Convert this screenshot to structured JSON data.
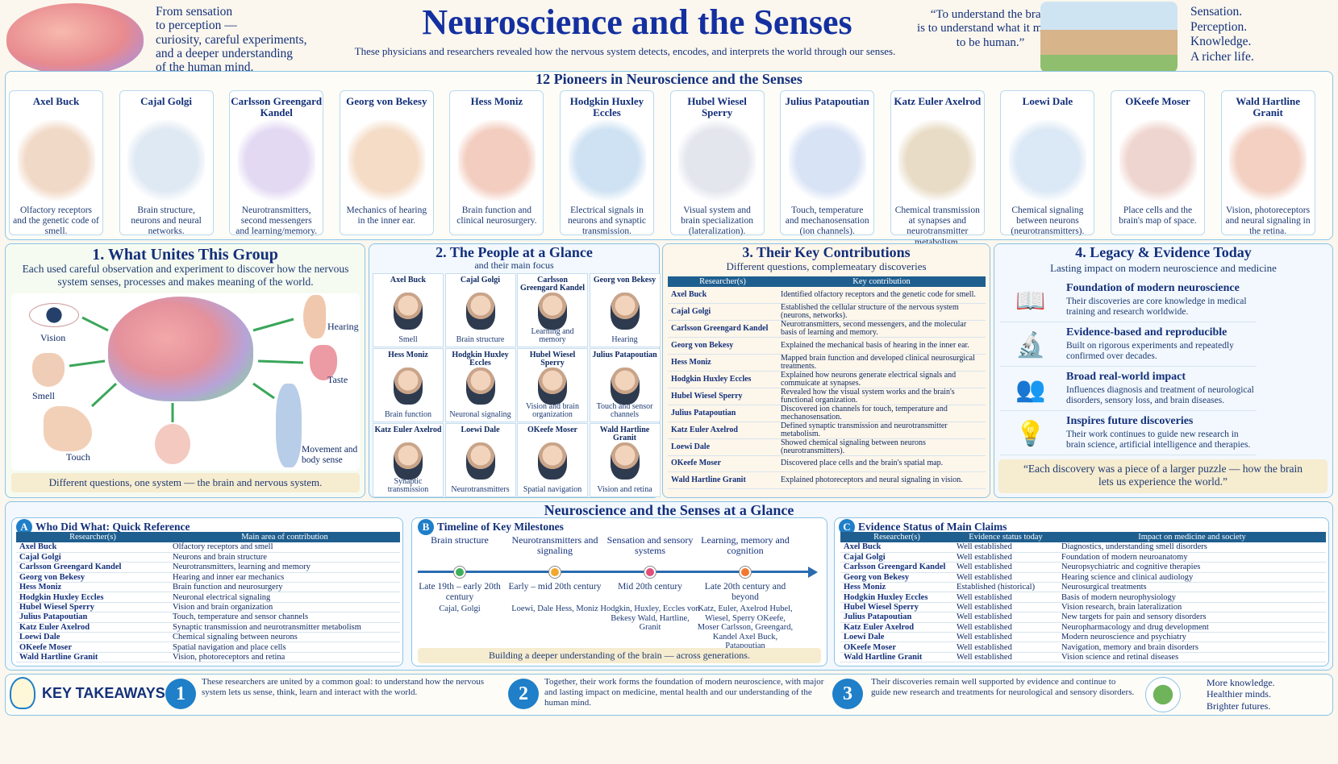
{
  "header": {
    "title": "Neuroscience and the Senses",
    "subtitle": "These physicians and researchers revealed how the nervous system detects, encodes, and interprets the world through our senses.",
    "left_text": [
      "From sensation",
      "to perception —",
      "curiosity, careful experiments,",
      "and a deeper understanding",
      "of the human mind."
    ],
    "quote": [
      "“To understand the brain",
      "is to understand what it means",
      "to be human.”"
    ],
    "right_text": [
      "Sensation.",
      "Perception.",
      "Knowledge.",
      "A richer life."
    ]
  },
  "pioneers": {
    "title": "12 Pioneers in Neuroscience and the Senses",
    "cards": [
      {
        "name": "Axel Buck",
        "desc": "Olfactory receptors and the genetic code of smell.",
        "icon": "face-scent-icon",
        "color": "#f1d9c7"
      },
      {
        "name": "Cajal Golgi",
        "desc": "Brain structure, neurons and neural networks.",
        "icon": "neuron-icon",
        "color": "#dfe9f3"
      },
      {
        "name": "Carlsson Greengard Kandel",
        "desc": "Neurotransmitters, second messengers and learning/memory.",
        "icon": "synapse-icon",
        "color": "#e3d9f3"
      },
      {
        "name": "Georg von Bekesy",
        "desc": "Mechanics of hearing in the inner ear.",
        "icon": "ear-icon",
        "color": "#f5dcc7"
      },
      {
        "name": "Hess Moniz",
        "desc": "Brain function and clinical neurosurgery.",
        "icon": "brain-icon",
        "color": "#f3cdc0"
      },
      {
        "name": "Hodgkin Huxley Eccles",
        "desc": "Electrical signals in neurons and synaptic transmission.",
        "icon": "axon-signal-icon",
        "color": "#cfe2f3"
      },
      {
        "name": "Hubel Wiesel Sperry",
        "desc": "Visual system and brain specialization (lateralization).",
        "icon": "eye-icon",
        "color": "#e4e6ee"
      },
      {
        "name": "Julius Patapoutian",
        "desc": "Touch, temperature and mechanosensation (ion channels).",
        "icon": "ion-channel-icon",
        "color": "#d9e3f6"
      },
      {
        "name": "Katz Euler Axelrod",
        "desc": "Chemical transmission at synapses and neurotransmitter metabolism.",
        "icon": "synapse-icon",
        "color": "#e8dcc6"
      },
      {
        "name": "Loewi Dale",
        "desc": "Chemical signaling between neurons (neurotransmitters).",
        "icon": "synapse-icon",
        "color": "#dbe8f5"
      },
      {
        "name": "OKeefe Moser",
        "desc": "Place cells and the brain's map of space.",
        "icon": "brain-rat-icon",
        "color": "#efd5cf"
      },
      {
        "name": "Wald Hartline Granit",
        "desc": "Vision, photoreceptors and neural signaling in the retina.",
        "icon": "eyeball-icon",
        "color": "#f3d0c2"
      }
    ]
  },
  "unites": {
    "title": "1.  What Unites This Group",
    "desc": "Each used careful observation and experiment to discover how the nervous system senses, processes and makes meaning of the world.",
    "senses": [
      "Vision",
      "Smell",
      "Touch",
      "Hearing",
      "Taste",
      "Movement and body sense"
    ],
    "footer": "Different questions, one system — the brain and nervous system."
  },
  "people": {
    "title": "2.  The People at a Glance",
    "subtitle": "and their main focus",
    "items": [
      {
        "name": "Axel Buck",
        "focus": "Smell"
      },
      {
        "name": "Cajal Golgi",
        "focus": "Brain structure"
      },
      {
        "name": "Carlsson Greengard Kandel",
        "focus": "Learning and memory"
      },
      {
        "name": "Georg von Bekesy",
        "focus": "Hearing"
      },
      {
        "name": "Hess Moniz",
        "focus": "Brain function"
      },
      {
        "name": "Hodgkin Huxley Eccles",
        "focus": "Neuronal signaling"
      },
      {
        "name": "Hubel Wiesel Sperry",
        "focus": "Vision and brain organization"
      },
      {
        "name": "Julius Patapoutian",
        "focus": "Touch and sensor channels"
      },
      {
        "name": "Katz Euler Axelrod",
        "focus": "Synaptic transmission"
      },
      {
        "name": "Loewi Dale",
        "focus": "Neurotransmitters"
      },
      {
        "name": "OKeefe Moser",
        "focus": "Spatial navigation"
      },
      {
        "name": "Wald Hartline Granit",
        "focus": "Vision and retina"
      }
    ]
  },
  "contrib": {
    "title": "3.  Their Key Contributions",
    "subtitle": "Different questions, complemeatary discoveries",
    "headers": [
      "Researcher(s)",
      "Key contribution"
    ],
    "rows": [
      [
        "Axel Buck",
        "Identified olfactory receptors and the genetic code for smell."
      ],
      [
        "Cajal Golgi",
        "Established the cellular structure of the nervous system (neurons, networks)."
      ],
      [
        "Carlsson Greengard Kandel",
        "Neurotransmitters, second messengers, and the molecular basis of learning and memory."
      ],
      [
        "Georg von Bekesy",
        "Explained the mechanical basis of hearing in the inner ear."
      ],
      [
        "Hess Moniz",
        "Mapped brain function and developed clinical neurosurgical treatments."
      ],
      [
        "Hodgkin Huxley Eccles",
        "Explained how neurons generate electrical signals and commuicate at synapses."
      ],
      [
        "Hubel Wiesel Sperry",
        "Revealed how the visual system works and the brain's functional organization."
      ],
      [
        "Julius Patapoutian",
        "Discovered ion channels for touch, temperature and mechanosensation."
      ],
      [
        "Katz Euler Axelrod",
        "Defined synaptic transmission and neurotransmitter metabolism."
      ],
      [
        "Loewi Dale",
        "Showed chemical signaling between neurons (neurotransmitters)."
      ],
      [
        "OKeefe Moser",
        "Discovered place cells and the brain's spatial map."
      ],
      [
        "Wald Hartline Granit",
        "Explained photoreceptors and neural signaling in vision."
      ]
    ]
  },
  "legacy": {
    "title": "4.  Legacy  & Evidence Today",
    "subtitle": "Lasting impact on modern neuroscience and medicine",
    "items": [
      {
        "title": "Foundation of modern neuroscience",
        "desc": "Their discoveries are core knowledge in medical training and research worldwide.",
        "icon": "book-icon"
      },
      {
        "title": "Evidence-based and reproducible",
        "desc": "Built on rigorous experiments and repeatedly confirmed over decades.",
        "icon": "microscope-icon"
      },
      {
        "title": "Broad real-world impact",
        "desc": "Influences diagnosis and treatment of neurological disorders, sensory loss, and brain diseases.",
        "icon": "people-icon"
      },
      {
        "title": "Inspires future discoveries",
        "desc": "Their work continues to guide new research in brain science, artificial intelligence and therapies.",
        "icon": "lightbulb-icon"
      }
    ],
    "quote": "“Each discovery was a piece of a larger puzzle — how the brain lets us experience the world.”"
  },
  "glance": {
    "title": "Neuroscience and the Senses at a Glance",
    "a": {
      "badge": "A",
      "title": "Who Did What: Quick Reference",
      "headers": [
        "Researcher(s)",
        "Main area of contribution"
      ],
      "rows": [
        [
          "Axel Buck",
          "Olfactory receptors and smell"
        ],
        [
          "Cajal Golgi",
          "Neurons and brain structure"
        ],
        [
          "Carlsson Greengard Kandel",
          "Neurotransmitters, learning and memory"
        ],
        [
          "Georg von Bekesy",
          "Hearing and inner ear mechanics"
        ],
        [
          "Hess Moniz",
          "Brain function and neurosurgery"
        ],
        [
          "Hodgkin Huxley Eccles",
          "Neuronal electrical signaling"
        ],
        [
          "Hubel Wiesel Sperry",
          "Vision and brain organization"
        ],
        [
          "Julius Patapoutian",
          "Touch, temperature and sensor channels"
        ],
        [
          "Katz Euler Axelrod",
          "Synaptic transmission and neurotransmitter metabolism"
        ],
        [
          "Loewi Dale",
          "Chemical signaling between neurons"
        ],
        [
          "OKeefe Moser",
          "Spatial navigation and place cells"
        ],
        [
          "Wald Hartline Granit",
          "Vision, photoreceptors and retina"
        ]
      ]
    },
    "b": {
      "badge": "B",
      "title": "Timeline of Key Milestones",
      "milestones": [
        {
          "label": "Brain structure",
          "period": "Late 19th – early 20th century",
          "people": "Cajal, Golgi",
          "color": "#3fae5a"
        },
        {
          "label": "Neurotransmitters and signaling",
          "period": "Early – mid 20th century",
          "people": "Loewi, Dale Hess, Moniz",
          "color": "#f0a830"
        },
        {
          "label": "Sensation and sensory systems",
          "period": "Mid 20th century",
          "people": "Hodgkin, Huxley, Eccles von Bekesy Wald, Hartline, Granit",
          "color": "#e0507a"
        },
        {
          "label": "Learning, memory and cognition",
          "period": "Late 20th century and beyond",
          "people": "Katz, Euler, Axelrod Hubel, Wiesel, Sperry OKeefe, Moser Carlsson, Greengard, Kandel Axel Buck, Patapoutian",
          "color": "#f07830"
        }
      ],
      "footer": "Building a deeper understanding of the brain — across generations."
    },
    "c": {
      "badge": "C",
      "title": "Evidence Status of Main Claims",
      "headers": [
        "Researcher(s)",
        "Evidence status today",
        "Impact on medicine and society"
      ],
      "rows": [
        [
          "Axel Buck",
          "Well established",
          "Diagnostics, understanding smell disorders"
        ],
        [
          "Cajal Golgi",
          "Well established",
          "Foundation of modern neuroanatomy"
        ],
        [
          "Carlsson Greengard Kandel",
          "Well established",
          "Neuropsychiatric and cognitive therapies"
        ],
        [
          "Georg von Bekesy",
          "Well established",
          "Hearing science and clinical audiology"
        ],
        [
          "Hess Moniz",
          "Established (historical)",
          "Neurosurgical treatments"
        ],
        [
          "Hodgkin Huxley Eccles",
          "Well established",
          "Basis of modern neurophysiology"
        ],
        [
          "Hubel Wiesel Sperry",
          "Well established",
          "Vision research, brain lateralization"
        ],
        [
          "Julius Patapoutian",
          "Well established",
          "New targets for pain and sensory disorders"
        ],
        [
          "Katz Euler Axelrod",
          "Well established",
          "Neuropharmacology and drug development"
        ],
        [
          "Loewi Dale",
          "Well established",
          "Modern neuroscience and psychiatry"
        ],
        [
          "OKeefe Moser",
          "Well established",
          "Navigation, memory and brain disorders"
        ],
        [
          "Wald Hartline Granit",
          "Well established",
          "Vision science and retinal diseases"
        ]
      ]
    }
  },
  "takeaways": {
    "title": "KEY TAKEAWAYS",
    "items": [
      {
        "num": "1",
        "text": "These researchers are united by a common goal: to understand how the nervous system lets us sense, think, learn and interact with the world."
      },
      {
        "num": "2",
        "text": "Together, their work forms the foundation of modern neuroscience, with major and lasting impact on medicine, mental health and our understanding of the human mind."
      },
      {
        "num": "3",
        "text": "Their discoveries remain well supported by evidence and continue to guide new research and treatments for neurological and sensory disorders."
      }
    ],
    "closing": [
      "More knowledge.",
      "Healthier minds.",
      "Brighter futures."
    ]
  }
}
